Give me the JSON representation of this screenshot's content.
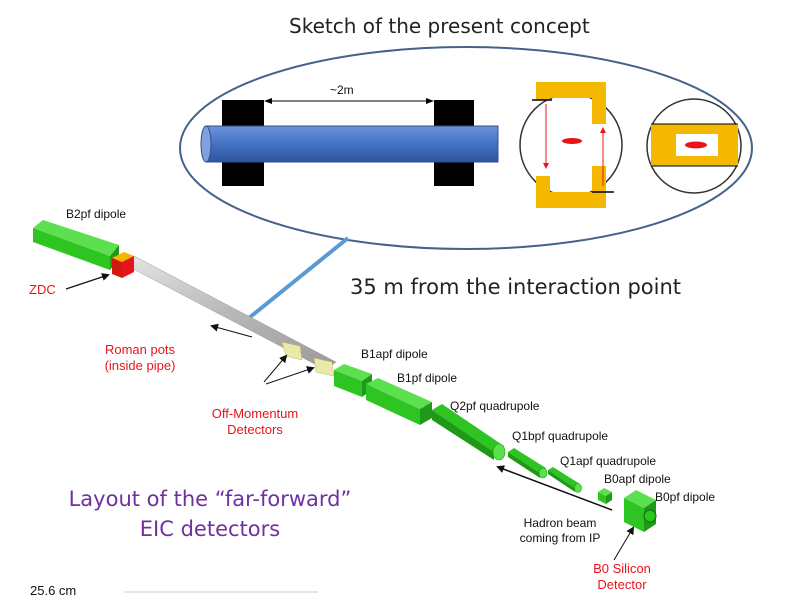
{
  "header": {
    "title": "Sketch of the present concept"
  },
  "inset": {
    "distance_label": "~2m"
  },
  "caption_distance": "35 m from the interaction point",
  "layout_caption": {
    "line1": "Layout of the “far-forward”",
    "line2": "EIC detectors"
  },
  "magnets": {
    "b2pf": "B2pf dipole",
    "b1apf": "B1apf dipole",
    "b1pf": "B1pf dipole",
    "q2pf": "Q2pf quadrupole",
    "q1bpf": "Q1bpf quadrupole",
    "q1apf": "Q1apf quadrupole",
    "b0apf": "B0apf dipole",
    "b0pf": "B0pf dipole"
  },
  "detectors": {
    "zdc": "ZDC",
    "roman_pots_1": "Roman pots",
    "roman_pots_2": "(inside pipe)",
    "off_momentum_1": "Off-Momentum",
    "off_momentum_2": "Detectors",
    "b0_silicon_1": "B0 Silicon",
    "b0_silicon_2": "Detector"
  },
  "beam": {
    "line1": "Hadron beam",
    "line2": "coming from IP"
  },
  "scale_label": "25.6 cm",
  "colors": {
    "magnet_green": "#2ec422",
    "pipe_blue": "#4472c4",
    "ellipse_stroke": "#44628a",
    "pot_block": "#f5b800",
    "label_red": "#e8141b",
    "caption_purple": "#7030a0",
    "callout_arrow": "#5b9bd5"
  }
}
